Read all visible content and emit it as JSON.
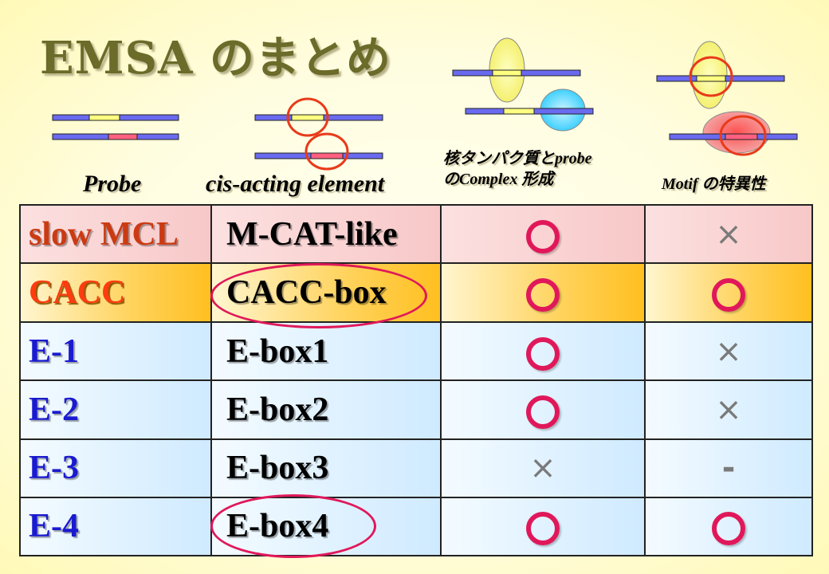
{
  "title": "EMSA のまとめ",
  "headers": {
    "probe": "Probe",
    "cis": "cis-acting element",
    "complex_line1": "核タンパク質とprobe",
    "complex_line2": "のComplex 形成",
    "motif": "Motif の特異性"
  },
  "rows": [
    {
      "name": "slow MCL",
      "element": "M-CAT-like",
      "complex": "○",
      "motif": "×"
    },
    {
      "name": "CACC",
      "element": "CACC-box",
      "complex": "○",
      "motif": "○"
    },
    {
      "name": "E-1",
      "element": "E-box1",
      "complex": "○",
      "motif": "×"
    },
    {
      "name": "E-2",
      "element": "E-box2",
      "complex": "○",
      "motif": "×"
    },
    {
      "name": "E-3",
      "element": "E-box3",
      "complex": "×",
      "motif": "-"
    },
    {
      "name": "E-4",
      "element": "E-box4",
      "complex": "○",
      "motif": "○"
    }
  ],
  "colors": {
    "circle_mark": "#e0185a",
    "cross_mark": "#7a7a7a",
    "dna_strand": "#6a6af0",
    "probe_yellow": "#ffff80",
    "probe_pink": "#ff6080",
    "highlight_ring": "#e83a1a"
  }
}
